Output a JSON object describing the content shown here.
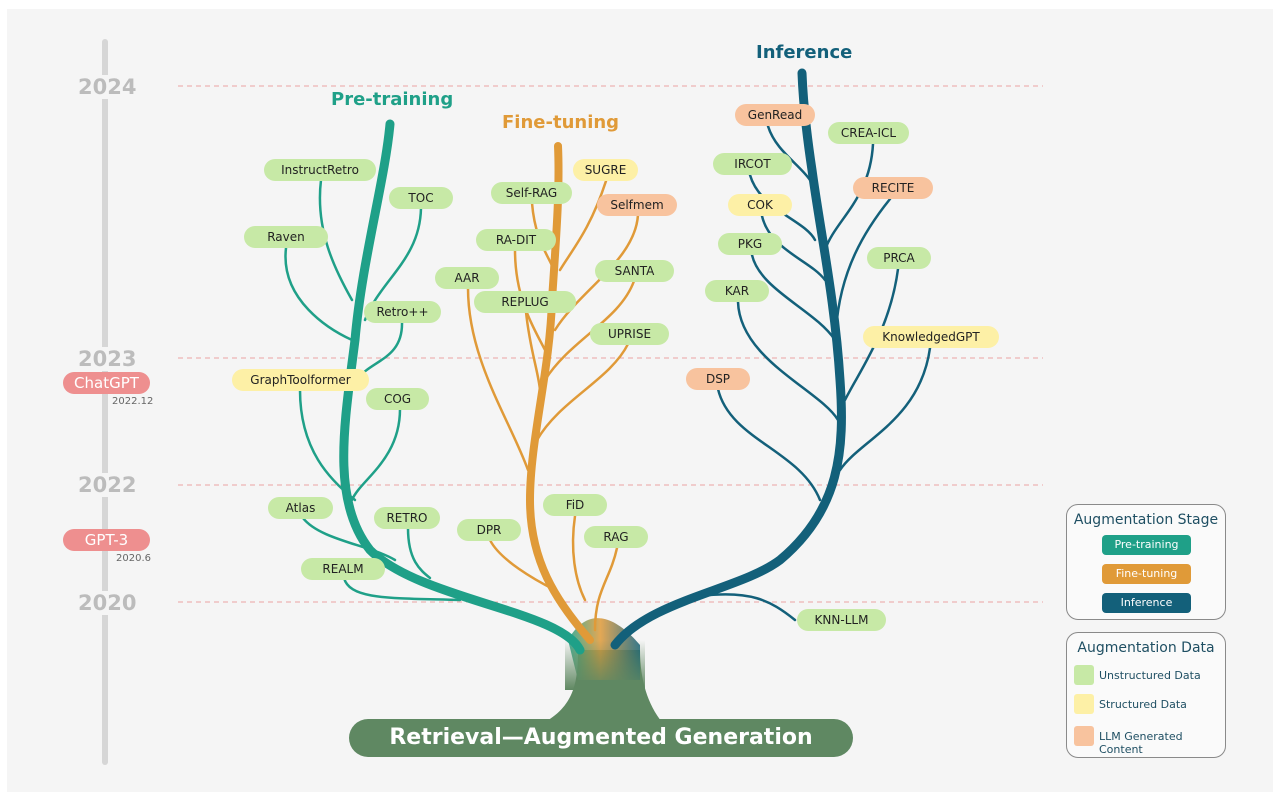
{
  "diagram": {
    "trunk_label": "Retrieval—Augmented Generation",
    "timeline": {
      "years": [
        "2024",
        "2023",
        "2022",
        "2020"
      ],
      "milestones": [
        {
          "name": "ChatGPT",
          "date": "2022.12"
        },
        {
          "name": "GPT-3",
          "date": "2020.6"
        }
      ]
    },
    "stages": {
      "pretraining": "Pre-training",
      "finetuning": "Fine-tuning",
      "inference": "Inference"
    },
    "nodes": {
      "pretraining": [
        "InstructRetro",
        "TOC",
        "Raven",
        "Retro++",
        "GraphToolformer",
        "COG",
        "Atlas",
        "RETRO",
        "REALM"
      ],
      "finetuning": [
        "SUGRE",
        "Self-RAG",
        "Selfmem",
        "RA-DIT",
        "AAR",
        "SANTA",
        "REPLUG",
        "UPRISE",
        "FiD",
        "DPR",
        "RAG"
      ],
      "inference": [
        "GenRead",
        "CREA-ICL",
        "IRCOT",
        "RECITE",
        "COK",
        "PKG",
        "PRCA",
        "KAR",
        "KnowledgedGPT",
        "DSP",
        "KNN-LLM"
      ]
    },
    "legend_stage": {
      "title": "Augmentation Stage",
      "items": [
        "Pre-training",
        "Fine-tuning",
        "Inference"
      ]
    },
    "legend_data": {
      "title": "Augmentation Data",
      "items": [
        "Unstructured Data",
        "Structured Data",
        "LLM Generated Content"
      ]
    },
    "colors": {
      "pretraining": "#1fa088",
      "finetuning": "#e09a38",
      "inference": "#13607a",
      "trunk": "#5f8862",
      "unstructured": "#c7e9a6",
      "structured": "#fdf0a6",
      "llm_generated": "#f8c39e",
      "milestone": "#ee8f8f"
    }
  }
}
